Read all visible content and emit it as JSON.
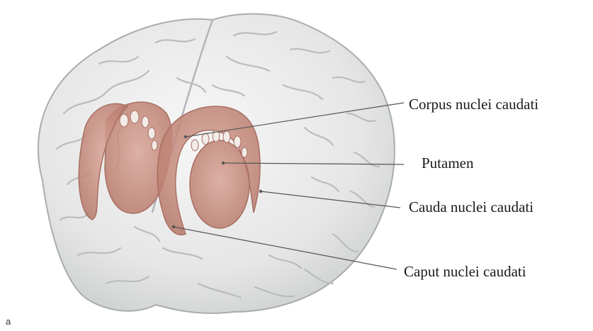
{
  "figure_letter": "a",
  "labels": {
    "corpus": "Corpus nuclei caudati",
    "putamen": "Putamen",
    "cauda": "Cauda nuclei caudati",
    "caput": "Caput nuclei caudati"
  },
  "colors": {
    "brain_fill": "#ececec",
    "brain_sulcus": "#b9bcbc",
    "nucleus_fill": "#c98f80",
    "nucleus_edge": "#a86f62",
    "leader_line": "#555555"
  }
}
